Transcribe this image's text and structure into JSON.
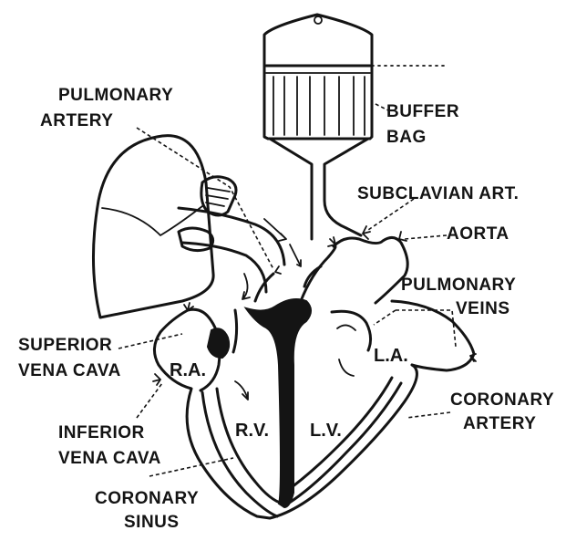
{
  "labels": {
    "pulmonary_artery": [
      "PULMONARY",
      "ARTERY"
    ],
    "buffer_bag": [
      "BUFFER",
      "BAG"
    ],
    "subclavian_art": "SUBCLAVIAN ART.",
    "aorta": "AORTA",
    "pulmonary_veins": [
      "PULMONARY",
      "VEINS"
    ],
    "superior_vena_cava": [
      "SUPERIOR",
      "VENA CAVA"
    ],
    "inferior_vena_cava": [
      "INFERIOR",
      "VENA CAVA"
    ],
    "coronary_artery": [
      "CORONARY",
      "ARTERY"
    ],
    "coronary_sinus": [
      "CORONARY",
      "SINUS"
    ]
  },
  "chambers": {
    "right_atrium": "R.A.",
    "left_atrium": "L.A.",
    "right_ventricle": "R.V.",
    "left_ventricle": "L.V."
  }
}
